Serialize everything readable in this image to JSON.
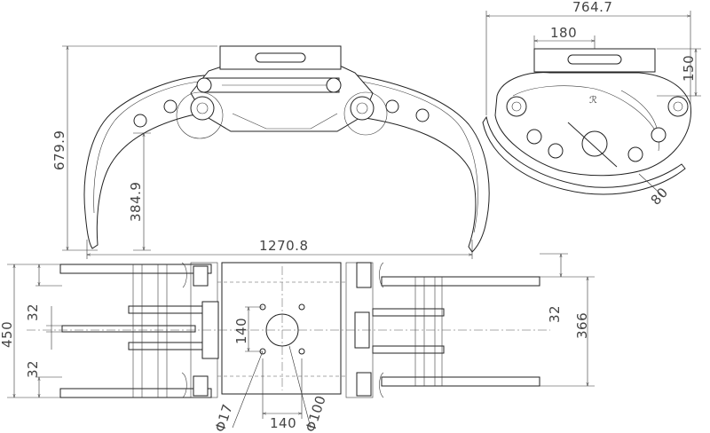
{
  "dimensions": {
    "overall_width_side": "764.7",
    "top_offset": "180",
    "height_150": "150",
    "angle_80": "80",
    "total_height": "679.9",
    "arm_height": "384.9",
    "overall_span": "1270.8",
    "plan_width": "450",
    "plan_32_left_top": "32",
    "plan_32_left_bottom": "32",
    "plan_32_right": "32",
    "plan_366": "366",
    "hole_spacing_v": "140",
    "hole_spacing_h": "140",
    "hole_diameter": "Φ17",
    "center_diameter": "Φ100"
  }
}
